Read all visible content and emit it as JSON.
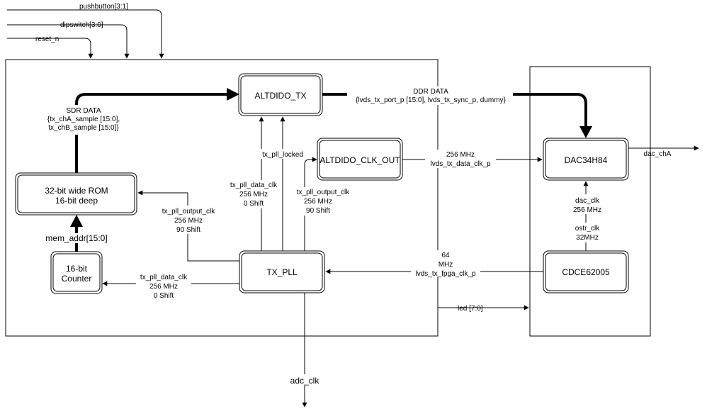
{
  "inputs": {
    "pushbutton": "pushbutton[3:1]",
    "dipswitch": "dipswitch[3:0]",
    "reset": "reset_n"
  },
  "blocks": {
    "altdido_tx": "ALTDIDO_TX",
    "altdido_clk_out": "ALTDIDO_CLK_OUT",
    "rom_line1": "32-bit wide ROM",
    "rom_line2": "16-bit deep",
    "counter_line1": "16-bit",
    "counter_line2": "Counter",
    "tx_pll": "TX_PLL",
    "dac": "DAC34H84",
    "cdce": "CDCE62005"
  },
  "labels": {
    "sdr_data": [
      "SDR DATA",
      "{tx_chA_sample [15:0],",
      "tx_chB_sample [15:0]}"
    ],
    "ddr_data": [
      "DDR DATA",
      "{lvds_tx_port_p [15:0], lvds_tx_sync_p, dummy}"
    ],
    "mem_addr": "mem_addr[15:0]",
    "tx_pll_locked": "tx_pll_locked",
    "pll_data_clk_mid": [
      "tx_pll_data_clk",
      "256 MHz",
      "0 Shift"
    ],
    "pll_output_clk_mid": [
      "tx_pll_output_clk",
      "256 MHz",
      "90 Shift"
    ],
    "pll_output_clk_left": [
      "tx_pll_output_clk",
      "256 MHz",
      "90 Shift"
    ],
    "pll_data_clk_left": [
      "tx_pll_data_clk",
      "256 MHz",
      "0 Shift"
    ],
    "lvds_data_clk": [
      "256 MHz",
      "lvds_tx_data_clk_p"
    ],
    "fpga_clk": [
      "64",
      "MHz",
      "lvds_tx_fpga_clk_p"
    ],
    "dac_clk": [
      "dac_clk",
      "256 MHz"
    ],
    "ostr_clk": [
      "ostr_clk",
      "32MHz"
    ],
    "led": "led [7:0]",
    "dac_cha": "dac_chA",
    "adc_clk": "adc_clk"
  }
}
